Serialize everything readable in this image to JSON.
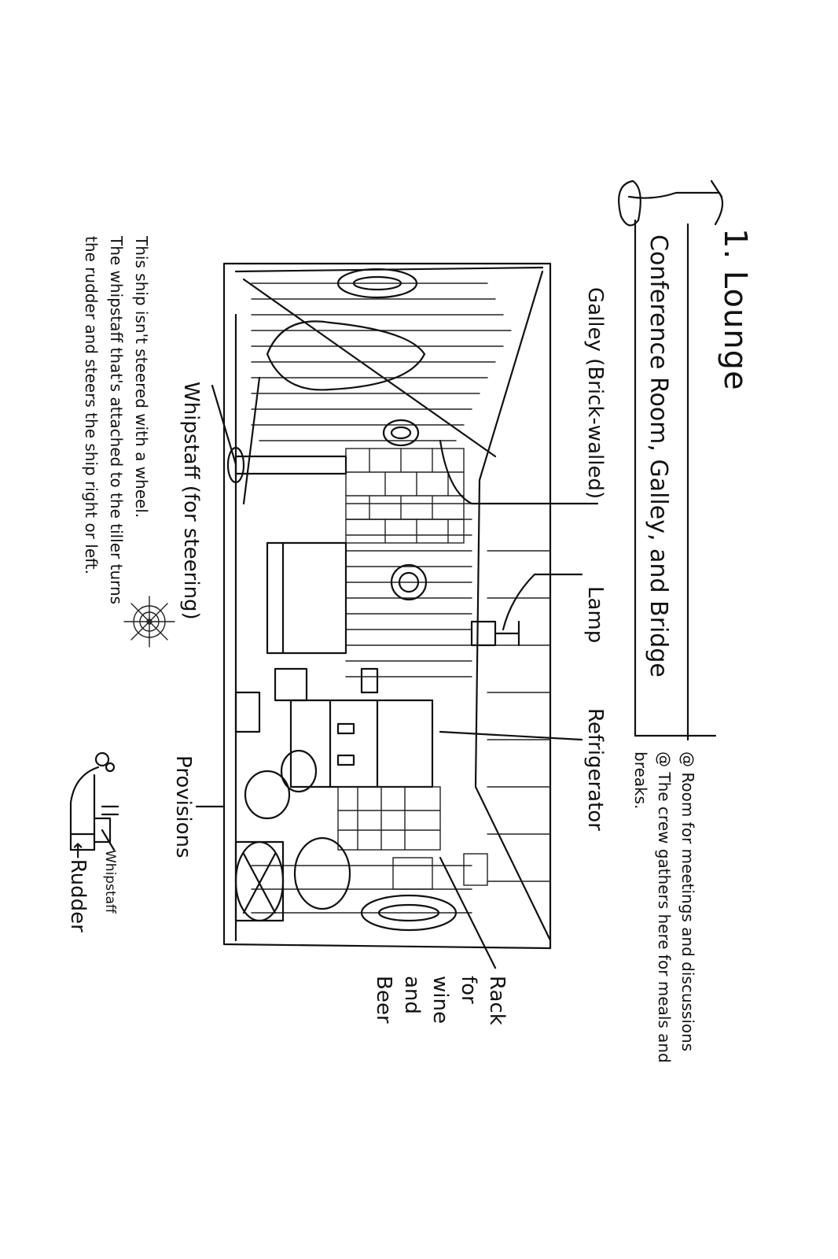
{
  "page": {
    "orientation": "rotated-90-clockwise",
    "ink_color": "#111111",
    "paper_color": "#ffffff"
  },
  "header": {
    "number": "1.",
    "title": "Lounge",
    "scroll_banner": "Conference Room, Galley, and Bridge"
  },
  "description": {
    "bullets": [
      "Room for meetings and discussions",
      "The crew gathers here for meals and breaks."
    ],
    "bullet_icon": "at-sign-spiral-icon"
  },
  "callouts": {
    "galley": "Galley (Brick-walled)",
    "lamp": "Lamp",
    "refrigerator": "Refrigerator",
    "whipstaff": "Whipstaff (for steering)",
    "provisions": "Provisions",
    "rack_lines": [
      "Rack",
      "for",
      "wine",
      "and",
      "Beer"
    ]
  },
  "footnote": {
    "lines": [
      "This ship isn't steered with a wheel.",
      "The whipstaff that's attached to the tiller turns",
      "the rudder and steers the ship right or left."
    ],
    "wheel_icon": "ship-wheel-icon"
  },
  "inset_diagram": {
    "whipstaff_label": "Whipstaff",
    "rudder_label": "←Rudder"
  }
}
